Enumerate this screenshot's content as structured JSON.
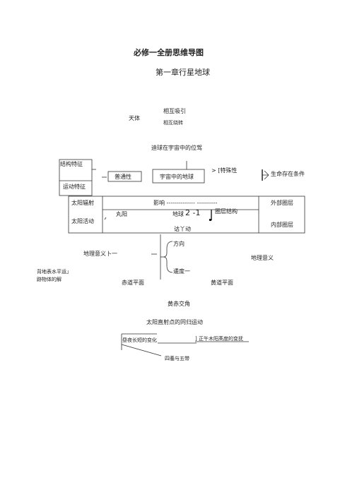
{
  "title": "必修一全册思维导图",
  "chapter": "第一章行星地球",
  "celestial": {
    "label": "天体",
    "attract": "相互吸引",
    "orbit": "相互绕转"
  },
  "position_title": "迪球在宇宙中的位驾",
  "left_top": {
    "structure": "结构特征",
    "motion": "运动特征"
  },
  "middle_row": {
    "ordinary": "普通性",
    "earth_in_universe": "宇宙中的地球",
    "special": "> [特殊性",
    "life_conditions": "生命存在条件"
  },
  "sun_block": {
    "radiation": "太阳辐射",
    "influence": "影响 -------------- ----------",
    "outer": "外部圈层",
    "sun": "丸阳",
    "earth": "地球",
    "earth_num": "2 -1",
    "layer_structure": "圈层结构",
    "activity": "太阳活动",
    "inner": "内部圈层"
  },
  "motion_block": {
    "motion": "诂丫动",
    "direction": "方向",
    "speed": "逶度一",
    "geo_left": "地理意义卜一",
    "geo_right": "地理意义",
    "deflect_1": "背地表水平运」",
    "deflect_2": "跡物体的解",
    "equator": "赤道平面",
    "ecliptic": "黄道平面",
    "obliquity": "黄赤交角"
  },
  "sun_direct": {
    "title": "太阳直射点的同归运动",
    "day_length": "昼夜长短的变化",
    "noon_height": "] 正午木阳髙度的变抚",
    "seasons": "四養与五带"
  }
}
